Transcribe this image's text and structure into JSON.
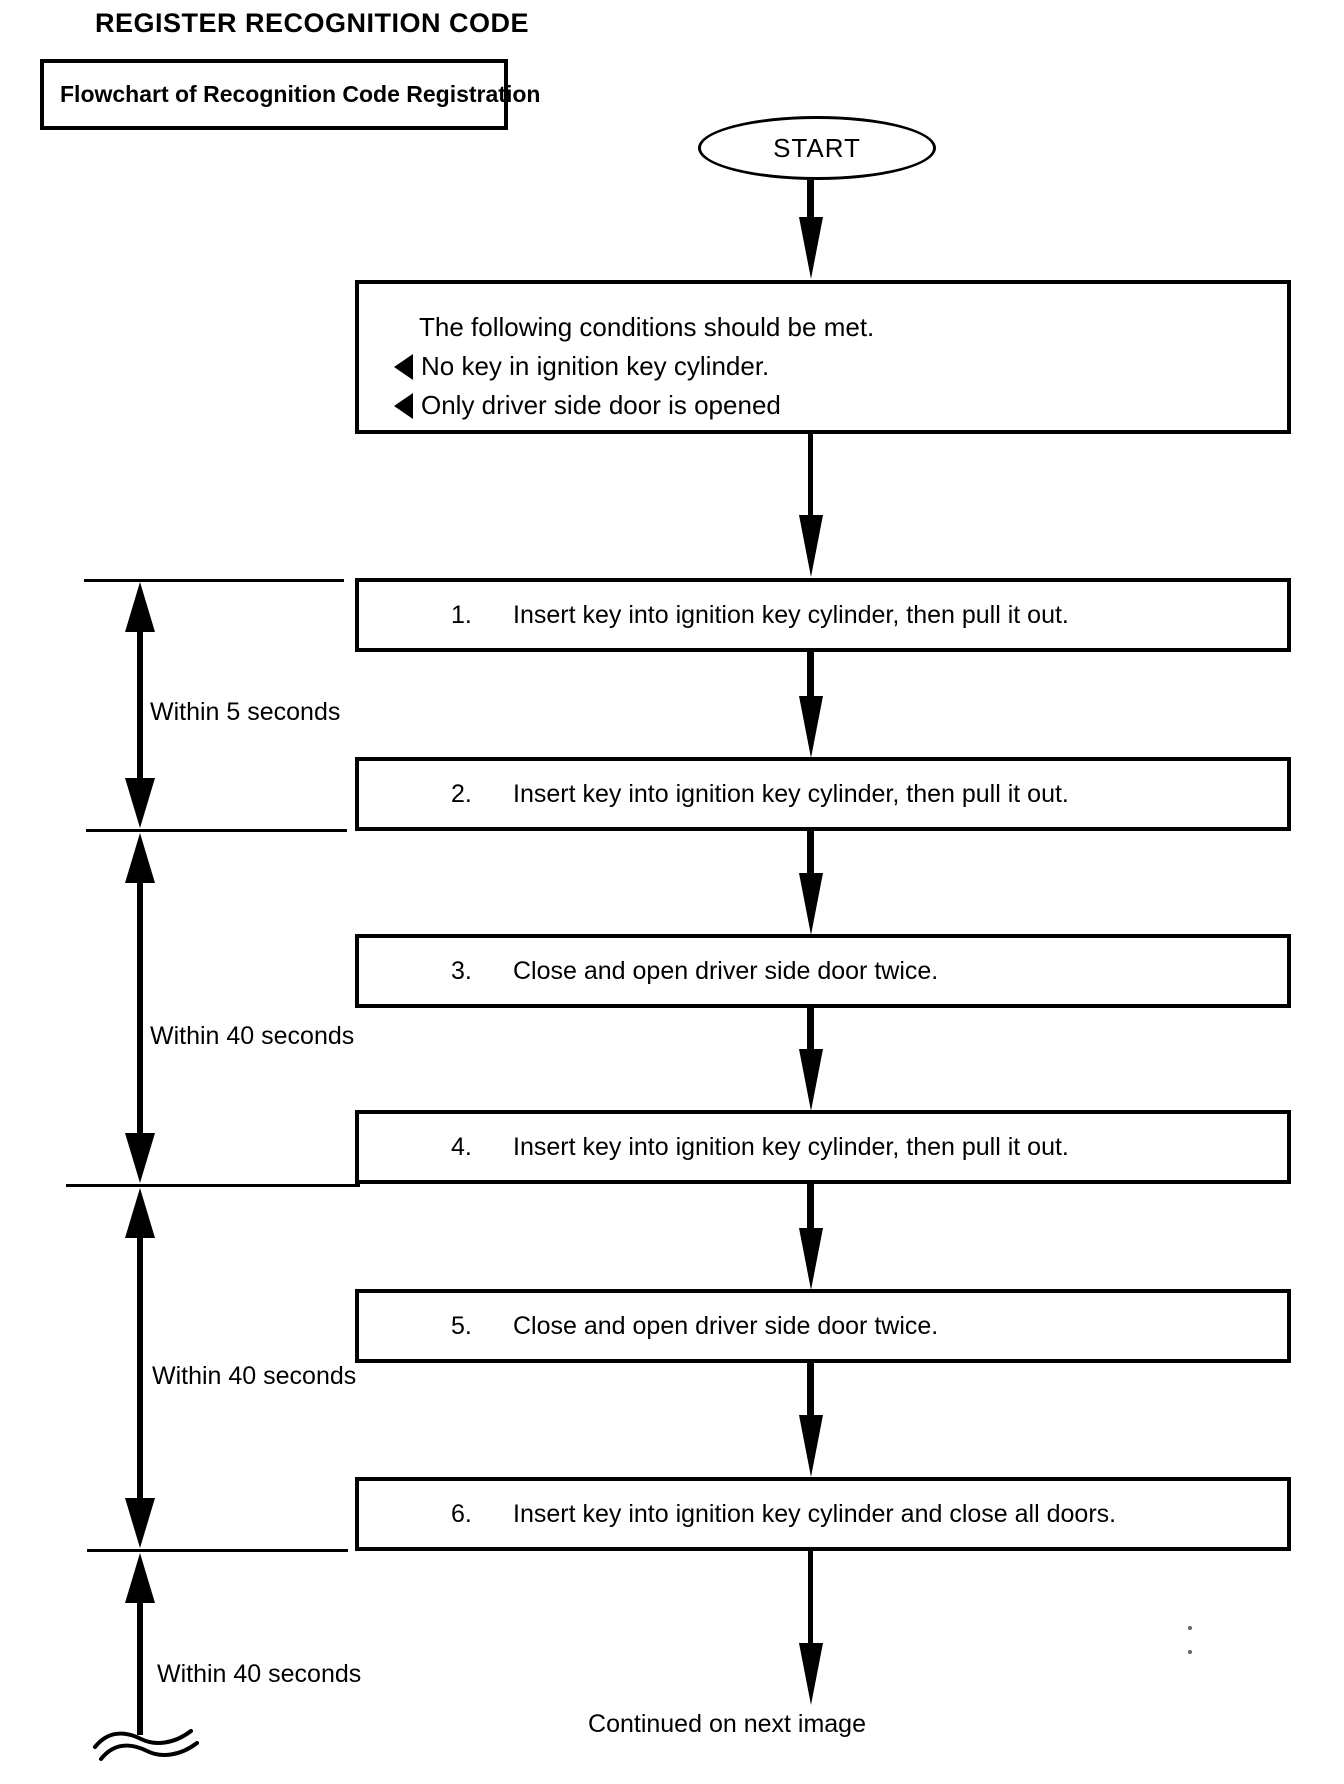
{
  "page": {
    "title": "REGISTER RECOGNITION CODE",
    "subtitle": "Flowchart of Recognition Code Registration"
  },
  "flowchart": {
    "start_label": "START",
    "conditions": {
      "header": "The following conditions should be met.",
      "items": [
        "No key in ignition key cylinder.",
        "Only driver side door is opened"
      ]
    },
    "steps": [
      {
        "number": "1.",
        "text": "Insert key into ignition key cylinder, then pull it out."
      },
      {
        "number": "2.",
        "text": "Insert key into ignition key cylinder, then pull it out."
      },
      {
        "number": "3.",
        "text": "Close and open driver side door twice."
      },
      {
        "number": "4.",
        "text": "Insert key into ignition key cylinder, then pull it out."
      },
      {
        "number": "5.",
        "text": "Close and open driver side door twice."
      },
      {
        "number": "6.",
        "text": "Insert key into ignition key cylinder and close all doors."
      }
    ],
    "timers": [
      {
        "label": "Within 5 seconds"
      },
      {
        "label": "Within 40 seconds"
      },
      {
        "label": "Within 40 seconds"
      },
      {
        "label": "Within 40 seconds"
      }
    ],
    "footer": "Continued on next image"
  },
  "icons": {
    "condition_bullet": "left-pointing-triangle",
    "break_mark": "double-wave"
  },
  "colors": {
    "ink": "#000000",
    "background": "#ffffff"
  }
}
